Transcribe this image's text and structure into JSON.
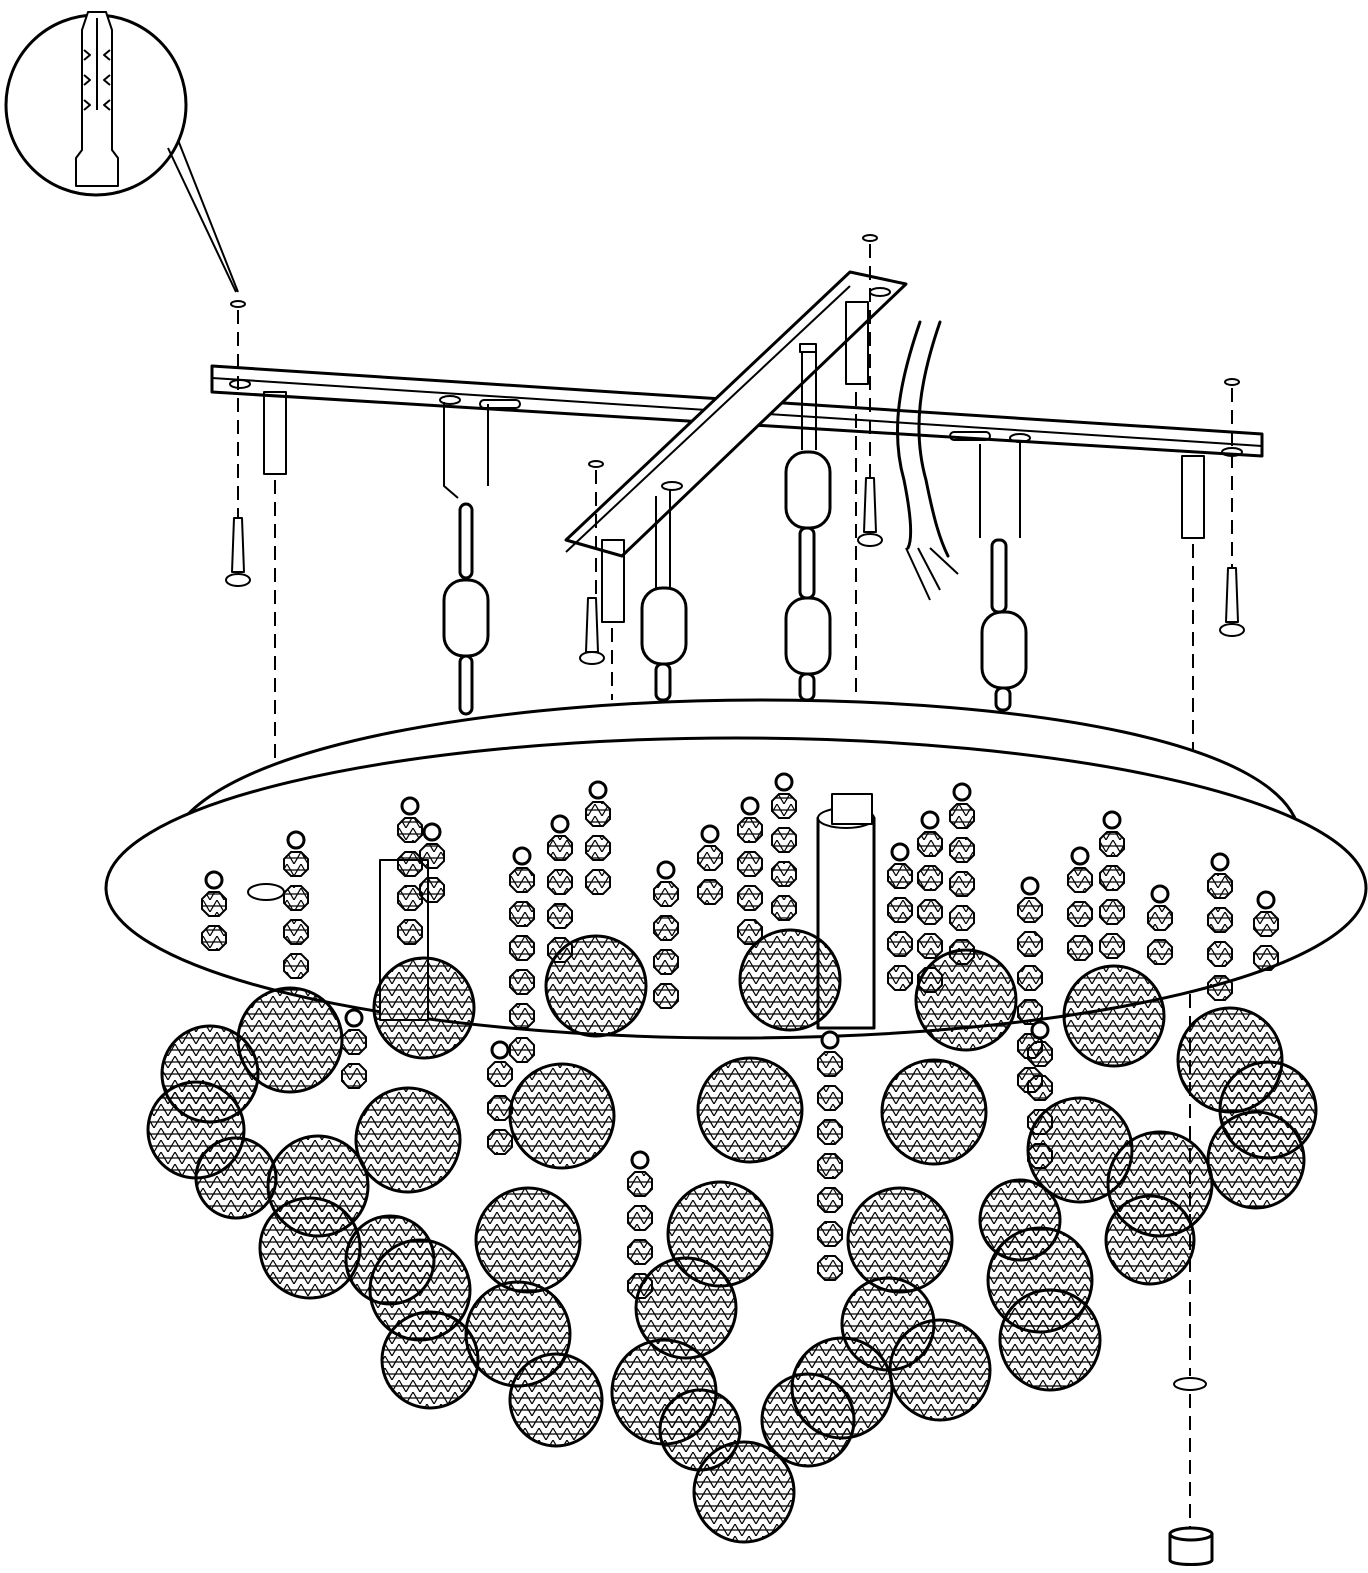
{
  "diagram": {
    "type": "exploded-assembly-illustration",
    "colors": {
      "ink": "#000000",
      "paper": "#ffffff"
    },
    "parts": [
      "wall-plug-detail",
      "mounting-bracket-long",
      "mounting-bracket-cross",
      "wall-plug",
      "screw",
      "washer",
      "chain",
      "power-cable",
      "ceiling-canopy",
      "crystal-ball",
      "crystal-strand",
      "cap-nut",
      "end-cap"
    ]
  }
}
